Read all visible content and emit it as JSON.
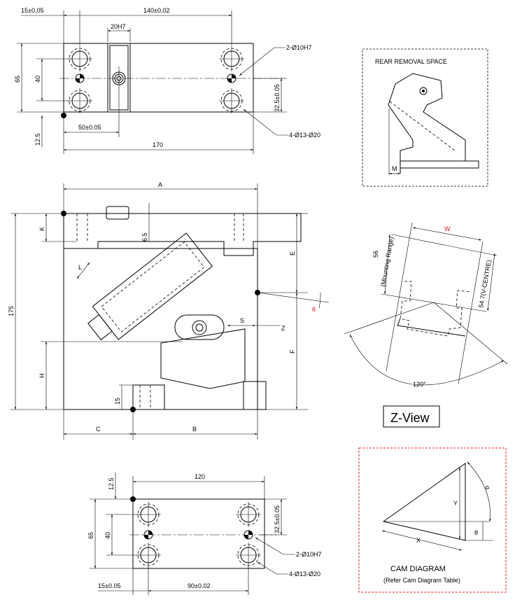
{
  "colors": {
    "accent_red": "#e02020",
    "line": "#000000"
  },
  "top_view": {
    "dim_15": "15±0,05",
    "dim_140": "140±0,02",
    "dim_20h7": "20H7",
    "dim_65": "65",
    "dim_40": "40",
    "dim_12_5": "12.5",
    "dim_50": "50±0.05",
    "dim_170": "170",
    "dim_32_5": "32.5±0.05",
    "callout_pins": "2-Ø10H7",
    "callout_holes": "4-Ø13-Ø20"
  },
  "rear_view": {
    "title": "REAR REMOVAL SPACE",
    "dim_m": "M"
  },
  "front_view": {
    "dim_a": "A",
    "dim_175": "175",
    "dim_k": "K",
    "dim_6_5": "6.5",
    "dim_e": "E",
    "dim_f": "F",
    "dim_h": "H",
    "dim_15": "15",
    "dim_c": "C",
    "dim_b": "B",
    "dim_s": "S",
    "dim_l": "L",
    "label_z": "Z",
    "dim_theta": "θ"
  },
  "z_view": {
    "dim_w": "W",
    "dim_56": "56",
    "dim_56_note": "(Mounting Range)",
    "dim_54_7": "54.7(V-CENTRE)",
    "angle": "120°",
    "title": "Z-View"
  },
  "bottom_view": {
    "dim_120": "120",
    "dim_12_5": "12.5",
    "dim_65": "65",
    "dim_40": "40",
    "dim_32_5": "32.5±0.05",
    "callout_pins": "2-Ø10H7",
    "callout_holes": "4-Ø13-Ø20",
    "dim_15": "15±0.05",
    "dim_90": "90±0.02"
  },
  "cam_diagram": {
    "label_y": "Y",
    "label_x": "X",
    "label_theta": "θ",
    "label_alpha": "α",
    "title": "CAM DIAGRAM",
    "note": "(Refer Cam Diagram Table)"
  }
}
